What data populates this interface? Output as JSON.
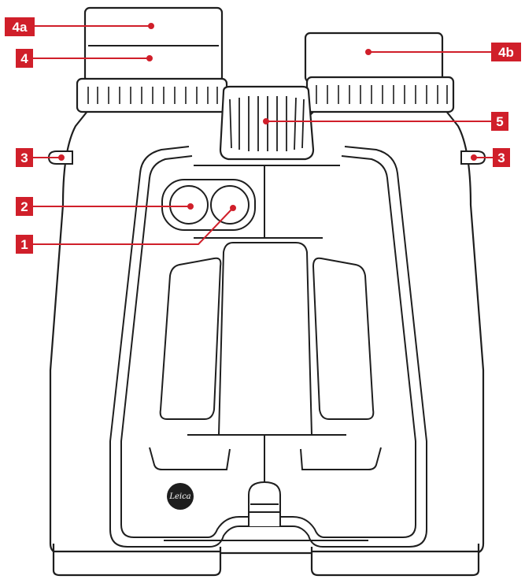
{
  "colors": {
    "label_bg": "#d01f2a",
    "leader_line": "#d01f2a",
    "outline": "#1e1e1e",
    "body_fill": "#ffffff"
  },
  "labels": {
    "l4a": "4a",
    "l4": "4",
    "l4b": "4b",
    "l5": "5",
    "l3_left": "3",
    "l3_right": "3",
    "l2": "2",
    "l1": "1"
  },
  "logo": {
    "text": "Leica",
    "icon": "leica-logo-icon"
  }
}
